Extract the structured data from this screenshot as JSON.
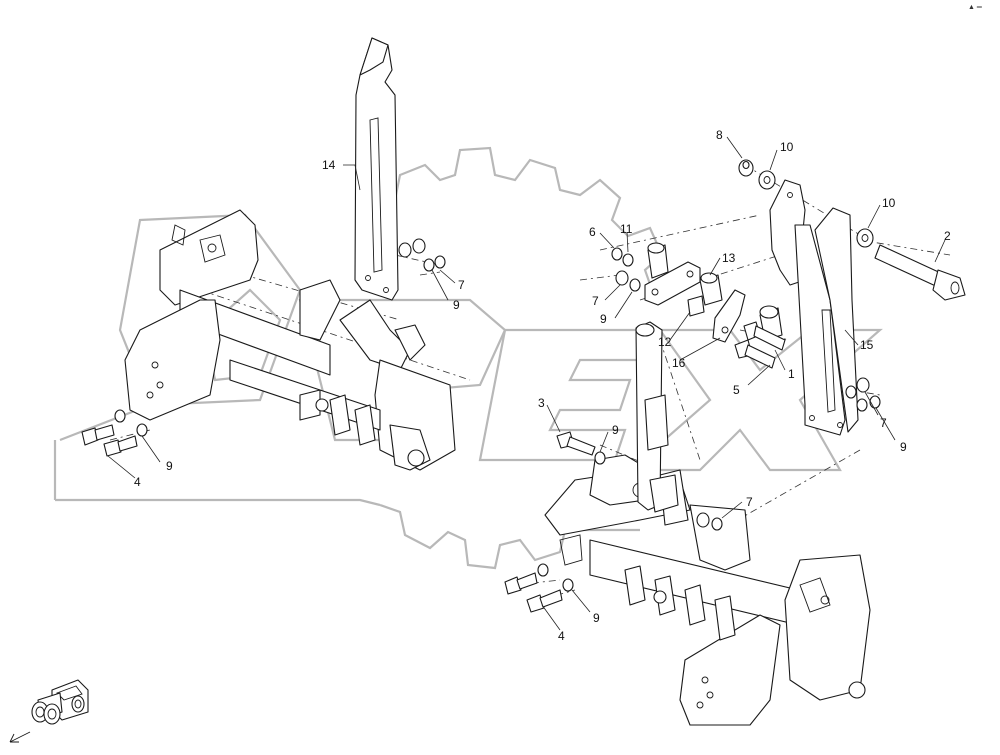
{
  "diagram": {
    "callouts": [
      {
        "id": "c14a",
        "text": "14"
      },
      {
        "id": "c7a",
        "text": "7"
      },
      {
        "id": "c9a",
        "text": "9"
      },
      {
        "id": "c4a",
        "text": "4"
      },
      {
        "id": "c9b",
        "text": "9"
      },
      {
        "id": "c8",
        "text": "8"
      },
      {
        "id": "c10a",
        "text": "10"
      },
      {
        "id": "c10b",
        "text": "10"
      },
      {
        "id": "c2",
        "text": "2"
      },
      {
        "id": "c6",
        "text": "6"
      },
      {
        "id": "c11",
        "text": "11"
      },
      {
        "id": "c13",
        "text": "13"
      },
      {
        "id": "c7b",
        "text": "7"
      },
      {
        "id": "c9c",
        "text": "9"
      },
      {
        "id": "c12",
        "text": "12"
      },
      {
        "id": "c16",
        "text": "16"
      },
      {
        "id": "c5",
        "text": "5"
      },
      {
        "id": "c1",
        "text": "1"
      },
      {
        "id": "c15",
        "text": "15"
      },
      {
        "id": "c7c",
        "text": "7"
      },
      {
        "id": "c9d",
        "text": "9"
      },
      {
        "id": "c3",
        "text": "3"
      },
      {
        "id": "c9e",
        "text": "9"
      },
      {
        "id": "c7d",
        "text": "7"
      },
      {
        "id": "c4b",
        "text": "4"
      },
      {
        "id": "c9f",
        "text": "9"
      }
    ],
    "corner_mark": "▲ ═"
  }
}
